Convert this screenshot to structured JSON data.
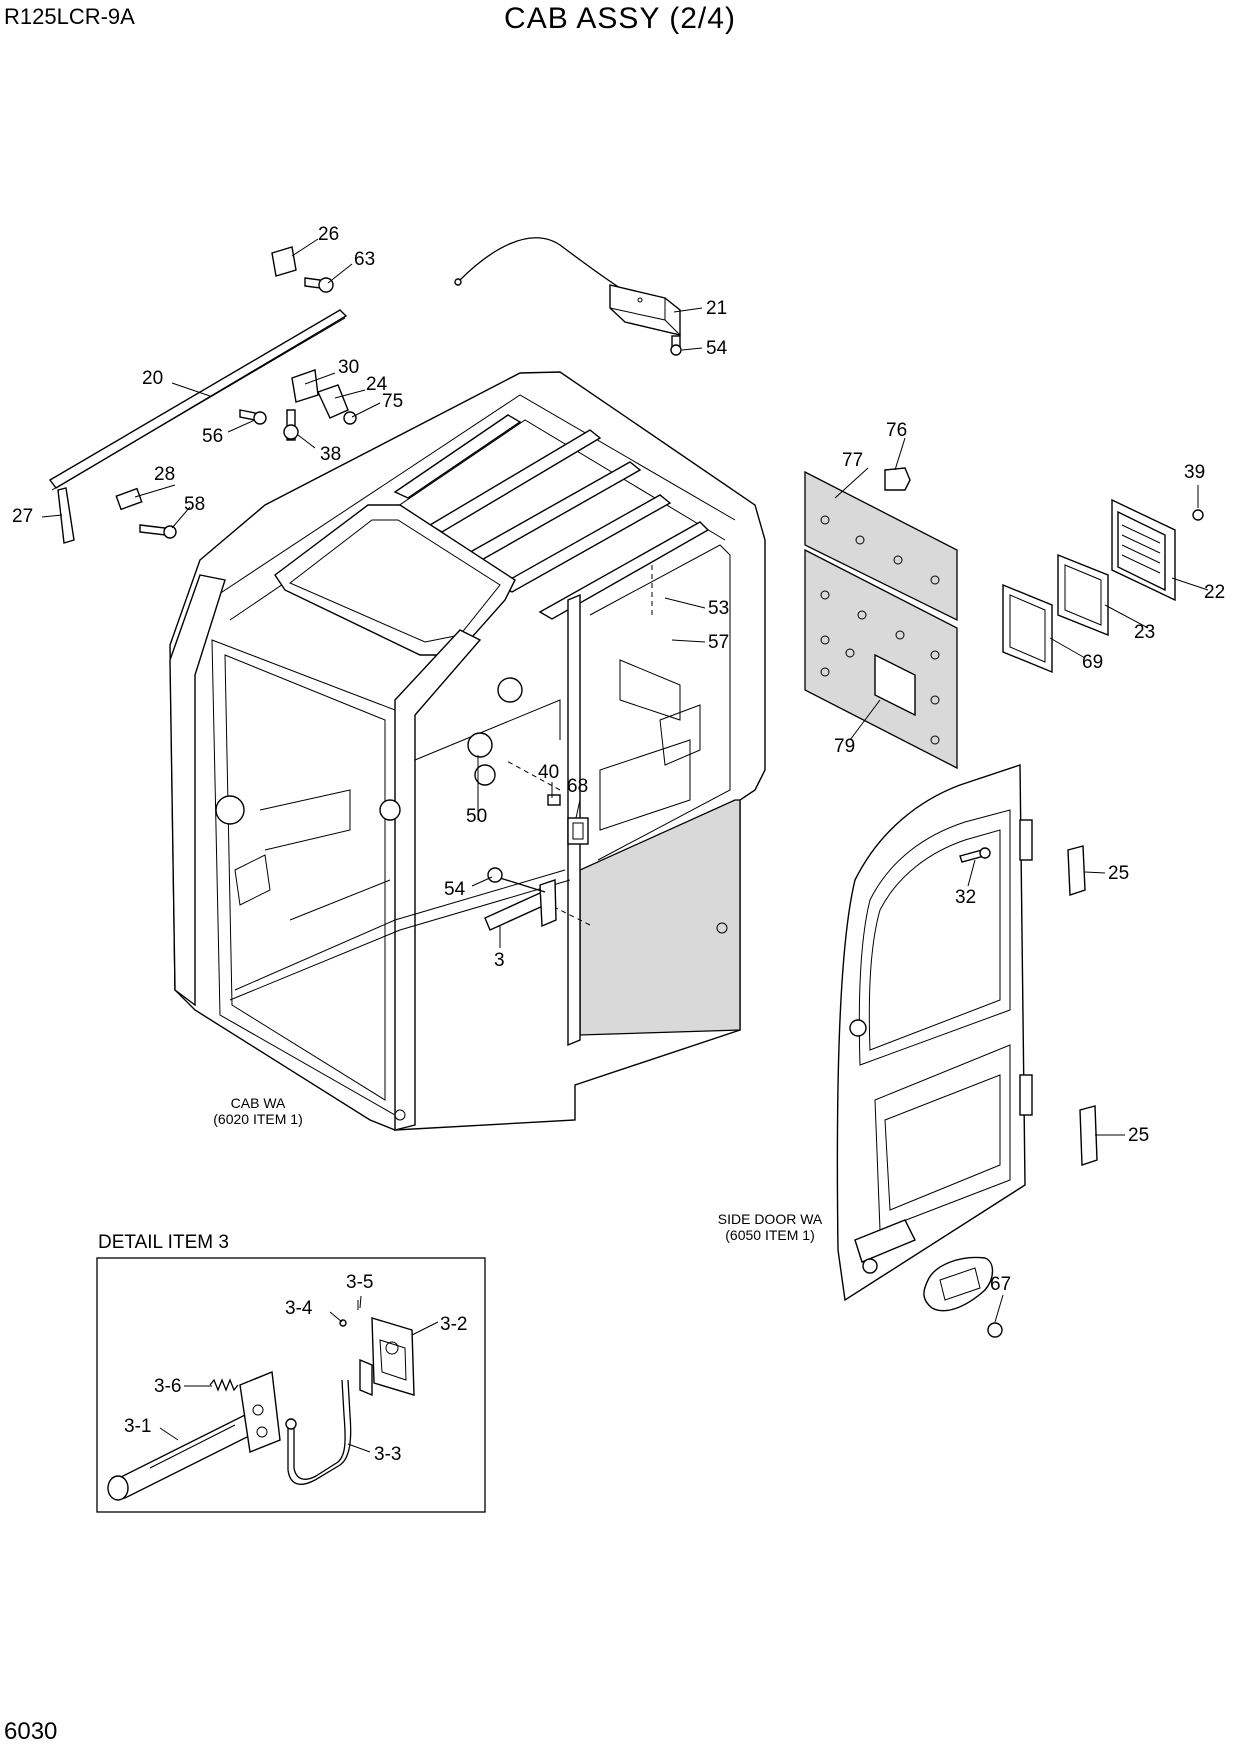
{
  "header": {
    "model": "R125LCR-9A",
    "title": "CAB ASSY (2/4)"
  },
  "footer": {
    "page_number": "6030"
  },
  "notes": {
    "cab_line1": "CAB WA",
    "cab_line2": "(6020 ITEM 1)",
    "door_line1": "SIDE DOOR WA",
    "door_line2": "(6050 ITEM 1)"
  },
  "detail": {
    "title": "DETAIL ITEM 3",
    "callouts": [
      "3-1",
      "3-2",
      "3-3",
      "3-4",
      "3-5",
      "3-6"
    ]
  },
  "callouts": [
    "20",
    "21",
    "22",
    "23",
    "24",
    "25",
    "25",
    "26",
    "27",
    "28",
    "30",
    "32",
    "38",
    "39",
    "40",
    "50",
    "53",
    "54",
    "54",
    "56",
    "57",
    "58",
    "63",
    "67",
    "68",
    "69",
    "75",
    "76",
    "77",
    "79",
    "3"
  ]
}
